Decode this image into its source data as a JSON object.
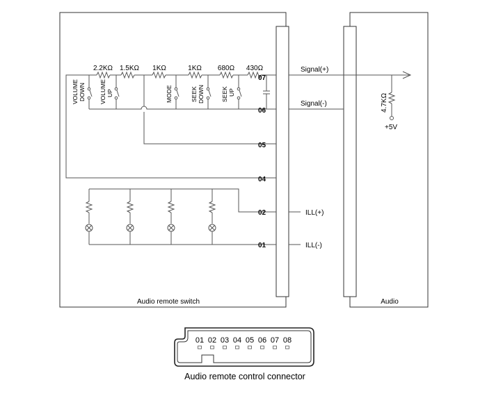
{
  "boxes": {
    "switch_label": "Audio remote switch",
    "audio_label": "Audio"
  },
  "resistors": {
    "r1": "2.2KΩ",
    "r2": "1.5KΩ",
    "r3": "1KΩ",
    "r4": "1KΩ",
    "r5": "680Ω",
    "r6": "430Ω",
    "pullup": "4.7KΩ"
  },
  "switches": {
    "volume_down": [
      "VOLUME",
      "DOWN"
    ],
    "volume_up": [
      "VOLUME",
      "UP"
    ],
    "mode": [
      "MODE"
    ],
    "seek_down": [
      "SEEK",
      "DOWN"
    ],
    "seek_up": [
      "SEEK",
      "UP"
    ]
  },
  "pins": {
    "p07": "07",
    "p06": "06",
    "p05": "05",
    "p04": "04",
    "p02": "02",
    "p01": "01"
  },
  "signals": {
    "signal_plus": "Signal(+)",
    "signal_minus": "Signal(-)",
    "ill_plus": "ILL(+)",
    "ill_minus": "ILL(-)",
    "vcc": "+5V"
  },
  "connector": {
    "pins": [
      "01",
      "02",
      "03",
      "04",
      "05",
      "06",
      "07",
      "08"
    ],
    "title": "Audio remote control connector"
  }
}
